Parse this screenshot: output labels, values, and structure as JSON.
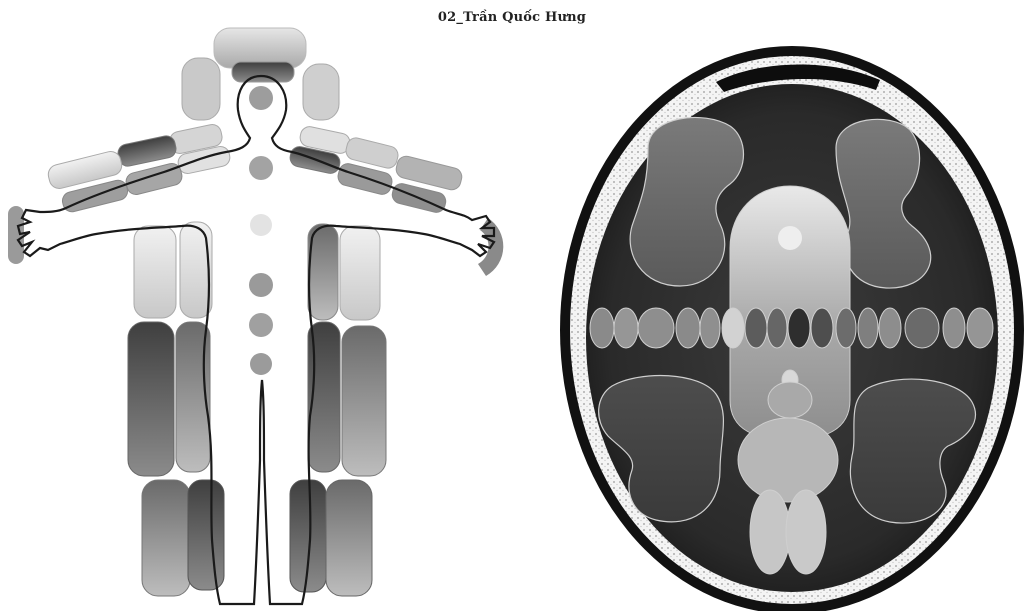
{
  "title": "02_Trần Quốc Hưng",
  "colors": {
    "background": "#ffffff",
    "skull_ring": "#0c0c0c",
    "brain_background": "#2f2f2f",
    "outline": "#111111",
    "zone_light": "#d8d8d8",
    "zone_dark": "#3a3a3a"
  },
  "figures": [
    {
      "name": "body-map",
      "description_kind": "human-figure-with-shaded-zones"
    },
    {
      "name": "brain-map",
      "description_kind": "axial-brain-scan-with-shaded-zones"
    }
  ]
}
